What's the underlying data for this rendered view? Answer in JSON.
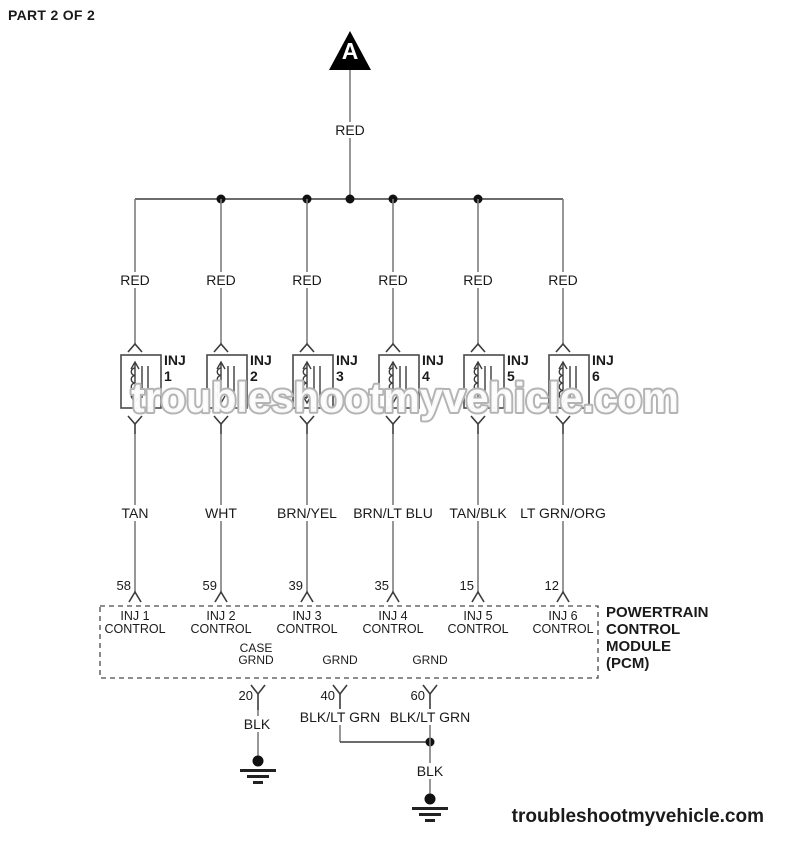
{
  "page": {
    "part_label": "PART 2 OF 2",
    "footer": "troubleshootmyvehicle.com",
    "watermark": "troubleshootmyvehicle.com"
  },
  "connector_a": {
    "label": "A",
    "wire_color": "RED"
  },
  "injectors": {
    "columns": [
      {
        "supply_color": "RED",
        "device": "INJ",
        "number": "1",
        "control_color": "TAN",
        "pcm_pin": "58",
        "pcm_label_line1": "INJ 1",
        "pcm_label_line2": "CONTROL"
      },
      {
        "supply_color": "RED",
        "device": "INJ",
        "number": "2",
        "control_color": "WHT",
        "pcm_pin": "59",
        "pcm_label_line1": "INJ 2",
        "pcm_label_line2": "CONTROL"
      },
      {
        "supply_color": "RED",
        "device": "INJ",
        "number": "3",
        "control_color": "BRN/YEL",
        "pcm_pin": "39",
        "pcm_label_line1": "INJ 3",
        "pcm_label_line2": "CONTROL"
      },
      {
        "supply_color": "RED",
        "device": "INJ",
        "number": "4",
        "control_color": "BRN/LT BLU",
        "pcm_pin": "35",
        "pcm_label_line1": "INJ 4",
        "pcm_label_line2": "CONTROL"
      },
      {
        "supply_color": "RED",
        "device": "INJ",
        "number": "5",
        "control_color": "TAN/BLK",
        "pcm_pin": "15",
        "pcm_label_line1": "INJ 5",
        "pcm_label_line2": "CONTROL"
      },
      {
        "supply_color": "RED",
        "device": "INJ",
        "number": "6",
        "control_color": "LT GRN/ORG",
        "pcm_pin": "12",
        "pcm_label_line1": "INJ 6",
        "pcm_label_line2": "CONTROL"
      }
    ]
  },
  "pcm": {
    "name_line1": "POWERTRAIN",
    "name_line2": "CONTROL",
    "name_line3": "MODULE",
    "name_line4": "(PCM)"
  },
  "grounds": {
    "pins": [
      {
        "pin": "20",
        "function_line1": "CASE",
        "function_line2": "GRND",
        "wire_color": "BLK"
      },
      {
        "pin": "40",
        "function_line2": "GRND",
        "wire_color": "BLK/LT GRN"
      },
      {
        "pin": "60",
        "function_line2": "GRND",
        "wire_color": "BLK/LT GRN"
      }
    ],
    "joint_wire_color": "BLK"
  }
}
